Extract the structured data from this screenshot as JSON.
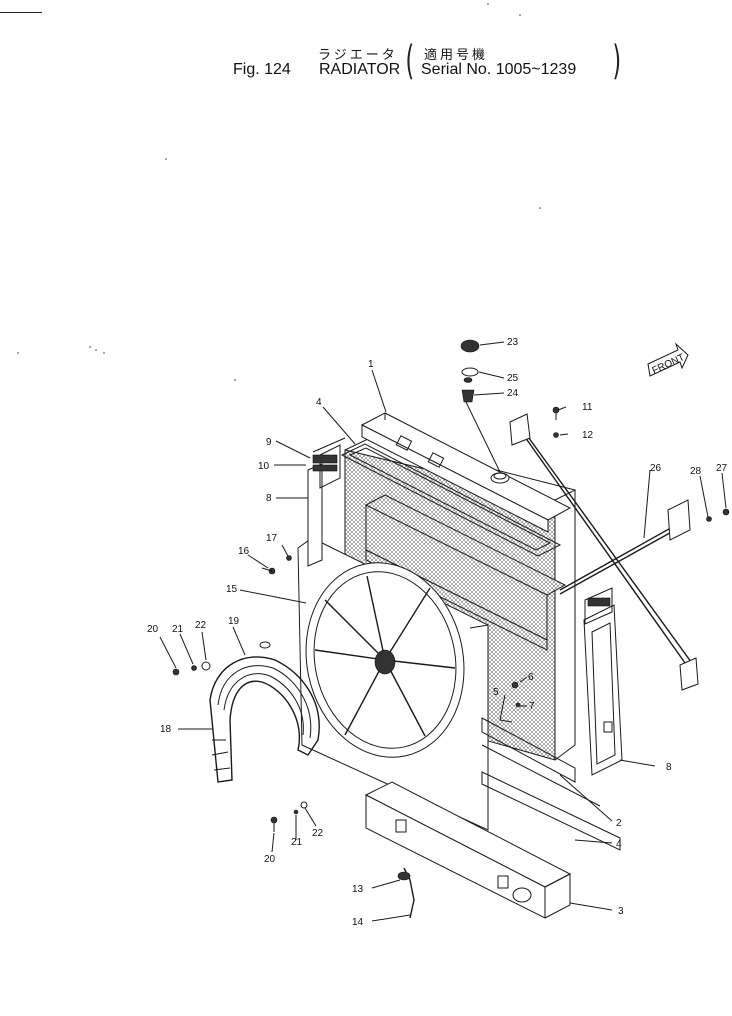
{
  "header": {
    "jp_title": "ラジエータ",
    "jp_serial": "適用号機",
    "fig_label": "Fig. 124",
    "title": "RADIATOR",
    "serial": "Serial No. 1005~1239"
  },
  "front_tag": "FRONT",
  "callouts": [
    "1",
    "2",
    "3",
    "4",
    "4",
    "5",
    "6",
    "7",
    "8",
    "8",
    "9",
    "10",
    "11",
    "12",
    "13",
    "14",
    "15",
    "16",
    "17",
    "18",
    "19",
    "20",
    "20",
    "21",
    "21",
    "22",
    "22",
    "23",
    "24",
    "25",
    "26",
    "27",
    "28"
  ]
}
